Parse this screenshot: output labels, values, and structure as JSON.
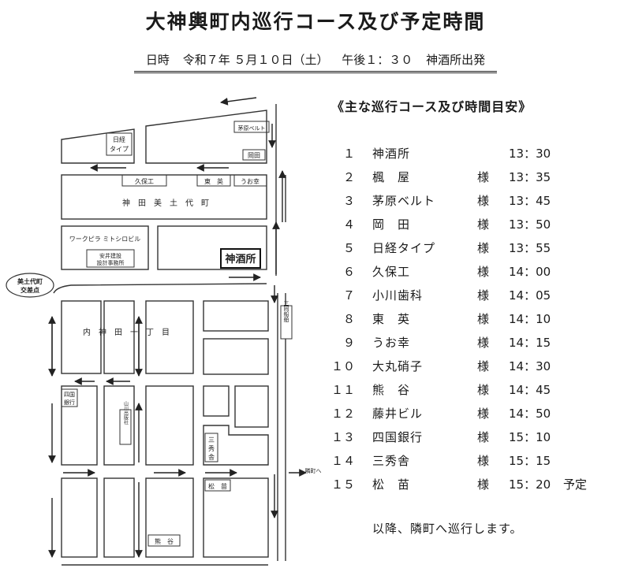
{
  "title": "大神輿町内巡行コース及び予定時間",
  "dateline": {
    "date_label": "日時",
    "date": "令和７年 ５月１０日（土）",
    "time": "午後１：３０",
    "departure": "神酒所出発"
  },
  "map": {
    "block_label_jinden": "神　田　美　土　代　町",
    "block_label_uchikanda": "内　神　田　一　丁　目",
    "building_workpia": "ワークピラ ミトシロビル",
    "junction": [
      "美土代町",
      "交差点"
    ],
    "to_neighbor": "隣町へ",
    "labels": {
      "nikkei": [
        "日経",
        "タイプ"
      ],
      "kayahara": "茅原ベルト",
      "okada": "岡田",
      "kubo": "久保工",
      "toei": "東　英",
      "uokou": "うお幸",
      "yasui": [
        "安井建設",
        "設計事務所"
      ],
      "mikisho": "神酒所",
      "sanei": "三同船舶",
      "shikoku": [
        "四国",
        "銀行"
      ],
      "yamaguchi": "山川出版社",
      "sanshusha": [
        "三",
        "秀",
        "舎"
      ],
      "matsunae": "松　苗",
      "kumagai": "熊　谷"
    }
  },
  "schedule": {
    "heading": "《主な巡行コース及び時間目安》",
    "honorific": "様",
    "rows": [
      {
        "no": "１",
        "name": "神酒所",
        "sama": "",
        "time": "13：30",
        "note": ""
      },
      {
        "no": "２",
        "name": "楓　屋",
        "sama": "様",
        "time": "13：35",
        "note": ""
      },
      {
        "no": "３",
        "name": "茅原ベルト",
        "sama": "様",
        "time": "13：45",
        "note": ""
      },
      {
        "no": "４",
        "name": "岡　田",
        "sama": "様",
        "time": "13：50",
        "note": ""
      },
      {
        "no": "５",
        "name": "日経タイプ",
        "sama": "様",
        "time": "13：55",
        "note": ""
      },
      {
        "no": "６",
        "name": "久保工",
        "sama": "様",
        "time": "14：00",
        "note": ""
      },
      {
        "no": "７",
        "name": "小川歯科",
        "sama": "様",
        "time": "14：05",
        "note": ""
      },
      {
        "no": "８",
        "name": "東　英",
        "sama": "様",
        "time": "14：10",
        "note": ""
      },
      {
        "no": "９",
        "name": "うお幸",
        "sama": "様",
        "time": "14：15",
        "note": ""
      },
      {
        "no": "１０",
        "name": "大丸硝子",
        "sama": "様",
        "time": "14：30",
        "note": ""
      },
      {
        "no": "１１",
        "name": "熊　谷",
        "sama": "様",
        "time": "14：45",
        "note": ""
      },
      {
        "no": "１２",
        "name": "藤井ビル",
        "sama": "様",
        "time": "14：50",
        "note": ""
      },
      {
        "no": "１３",
        "name": "四国銀行",
        "sama": "様",
        "time": "15：10",
        "note": ""
      },
      {
        "no": "１４",
        "name": "三秀舎",
        "sama": "様",
        "time": "15：15",
        "note": ""
      },
      {
        "no": "１５",
        "name": "松　苗",
        "sama": "様",
        "time": "15：20",
        "note": "予定"
      }
    ],
    "footer": "以降、隣町へ巡行します。"
  }
}
